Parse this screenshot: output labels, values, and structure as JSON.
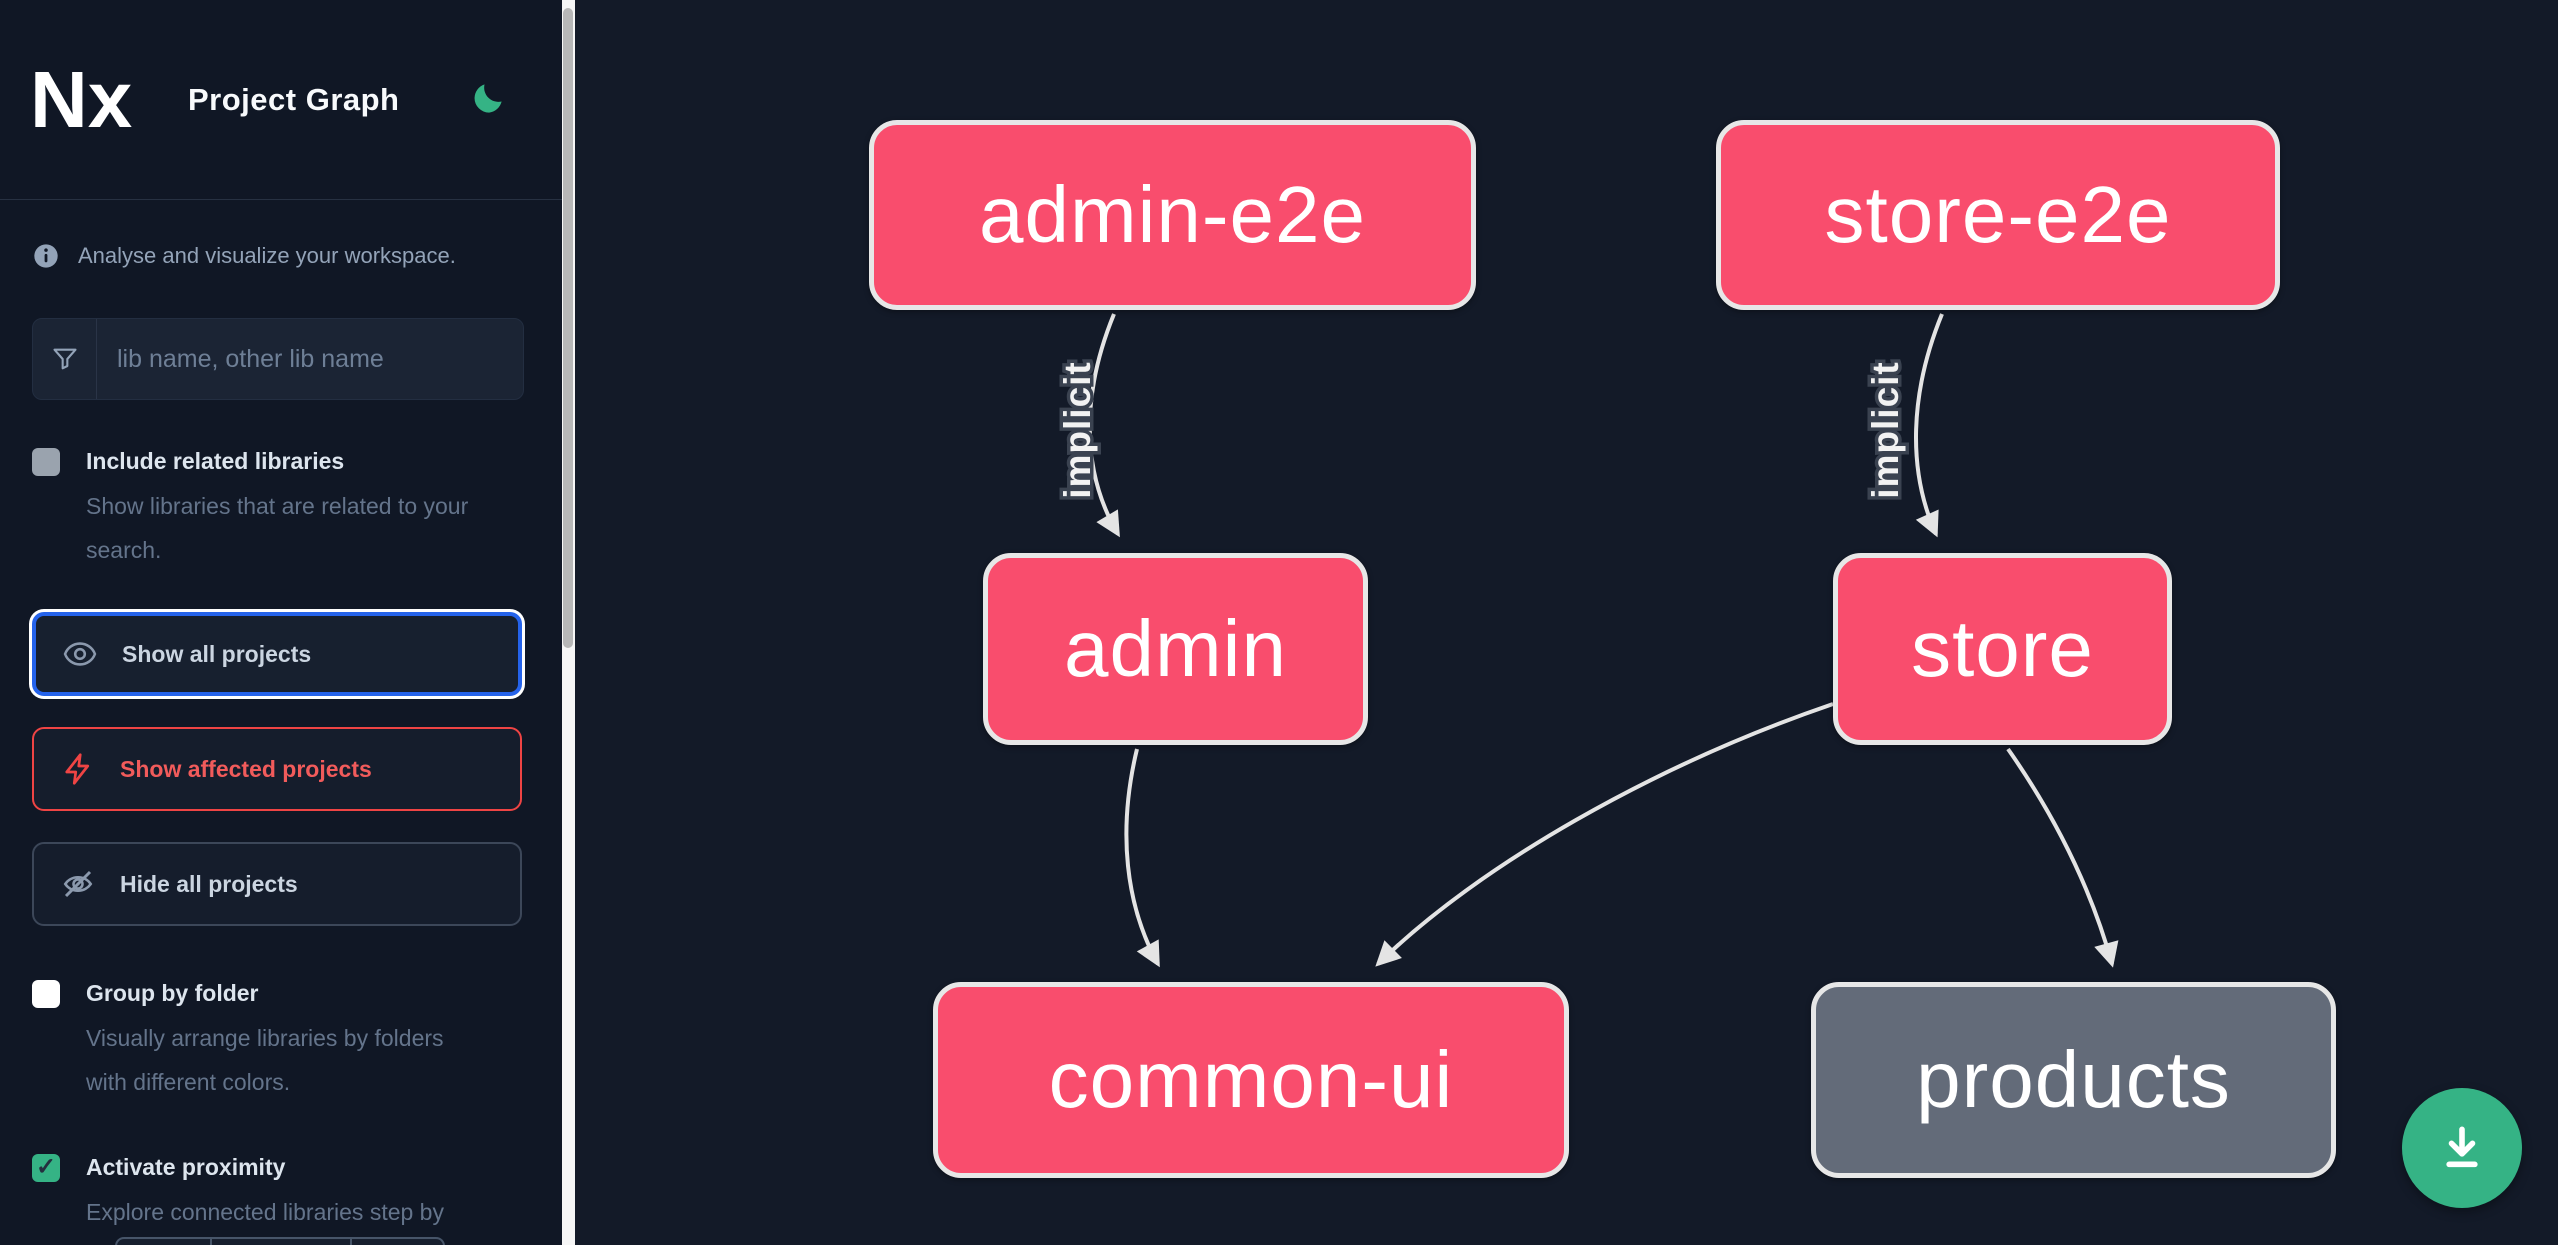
{
  "header": {
    "logo_text": "Nx",
    "title": "Project Graph",
    "theme_toggle_icon": "moon-icon"
  },
  "sidebar": {
    "tagline": "Analyse and visualize your workspace.",
    "tagline_icon": "info-icon",
    "search": {
      "icon": "funnel-icon",
      "placeholder": "lib name, other lib name",
      "value": ""
    },
    "options": [
      {
        "label": "Include related libraries",
        "description": "Show libraries that are related to your search.",
        "checked": false
      },
      {
        "label": "Group by folder",
        "description": "Visually arrange libraries by folders with different colors.",
        "checked": false
      },
      {
        "label": "Activate proximity",
        "description": "Explore connected libraries step by step.",
        "checked": true
      }
    ],
    "actions": [
      {
        "label": "Show all projects",
        "icon": "eye-icon",
        "state": "focused"
      },
      {
        "label": "Show affected projects",
        "icon": "bolt-icon",
        "state": "affected"
      },
      {
        "label": "Hide all projects",
        "icon": "eye-off-icon",
        "state": "default"
      }
    ]
  },
  "graph": {
    "nodes": [
      {
        "id": "admin-e2e",
        "label": "admin-e2e",
        "color": "pink"
      },
      {
        "id": "store-e2e",
        "label": "store-e2e",
        "color": "pink"
      },
      {
        "id": "admin",
        "label": "admin",
        "color": "pink"
      },
      {
        "id": "store",
        "label": "store",
        "color": "pink"
      },
      {
        "id": "common-ui",
        "label": "common-ui",
        "color": "pink"
      },
      {
        "id": "products",
        "label": "products",
        "color": "gray"
      }
    ],
    "edges": [
      {
        "from": "admin-e2e",
        "to": "admin",
        "label": "implicit"
      },
      {
        "from": "store-e2e",
        "to": "store",
        "label": "implicit"
      },
      {
        "from": "admin",
        "to": "common-ui",
        "label": ""
      },
      {
        "from": "store",
        "to": "common-ui",
        "label": ""
      },
      {
        "from": "store",
        "to": "products",
        "label": ""
      }
    ]
  },
  "fab": {
    "icon": "download-icon"
  },
  "colors": {
    "sidebar_bg": "#101725",
    "canvas_bg": "#131a28",
    "node_pink": "#f94d6d",
    "node_gray": "#636b79",
    "node_border": "#e7e7e7",
    "edge": "#e4e4e4",
    "accent_blue": "#2563eb",
    "affected_red": "#ef4444",
    "green": "#35b385",
    "label_text": "#dde5ee",
    "muted_text": "#64748b"
  }
}
